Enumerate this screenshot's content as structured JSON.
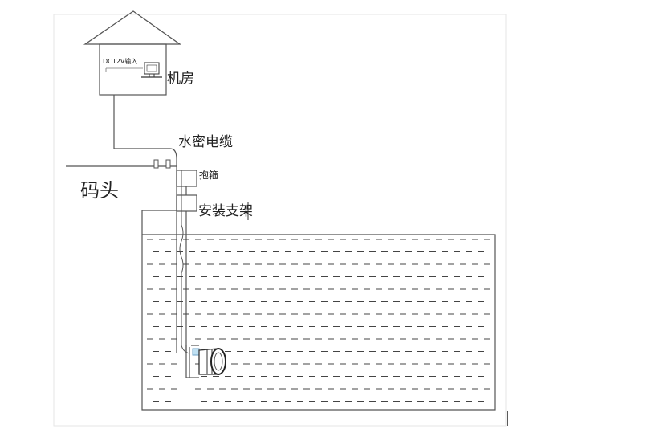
{
  "labels": {
    "machine_room": "机房",
    "dc_input": "DC12V输入",
    "waterproof_cable": "水密电缆",
    "clamp": "抱箍",
    "mount_bracket": "安装支架",
    "dock": "码头"
  },
  "colors": {
    "line": "#555555",
    "water_dash": "#444444",
    "pipe_accent": "#6fa3c8",
    "background": "#ffffff"
  },
  "icons": {
    "house": "house-outline",
    "computer": "desktop-computer-icon",
    "sensor": "cylindrical-sensor-icon"
  }
}
